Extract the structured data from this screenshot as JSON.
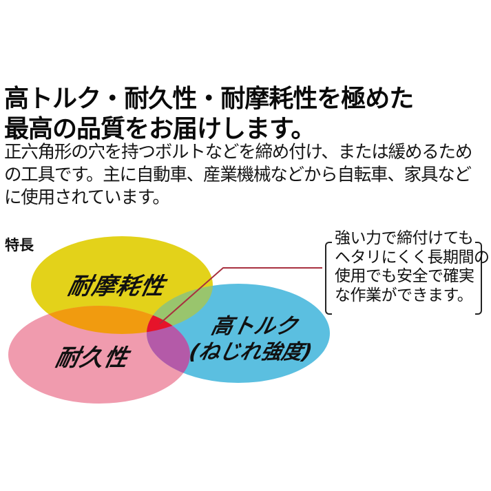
{
  "headline": {
    "line1": "高トルク・耐久性・耐摩耗性を極めた",
    "line2": "最高の品質をお届けします。"
  },
  "description": {
    "line1": "正六角形の穴を持つボルトなどを締め付け、または緩めるため",
    "line2": "の工具です。主に自動車、産業機械などから自転車、家具など",
    "line3": "に使用されています。"
  },
  "features": {
    "label": "特長",
    "circles": [
      {
        "label": "耐摩耗性",
        "color": "#e3d21a"
      },
      {
        "label": "耐久性",
        "color": "#f09bae"
      },
      {
        "label": "高トルク",
        "sublabel": "(ねじれ強度)",
        "color": "#5bbfe0"
      }
    ],
    "overlap_colors": {
      "yellow_pink": "#f19b0f",
      "yellow_blue": "#99c56d",
      "pink_blue": "#b45aa8",
      "center": "#e6132a"
    },
    "leader_line_color": "#a8303f",
    "callout": {
      "line1": "強い力で締付けても",
      "line2": "ヘタリにくく長期間の",
      "line3": "使用でも安全で確実",
      "line4": "な作業ができます。"
    }
  }
}
